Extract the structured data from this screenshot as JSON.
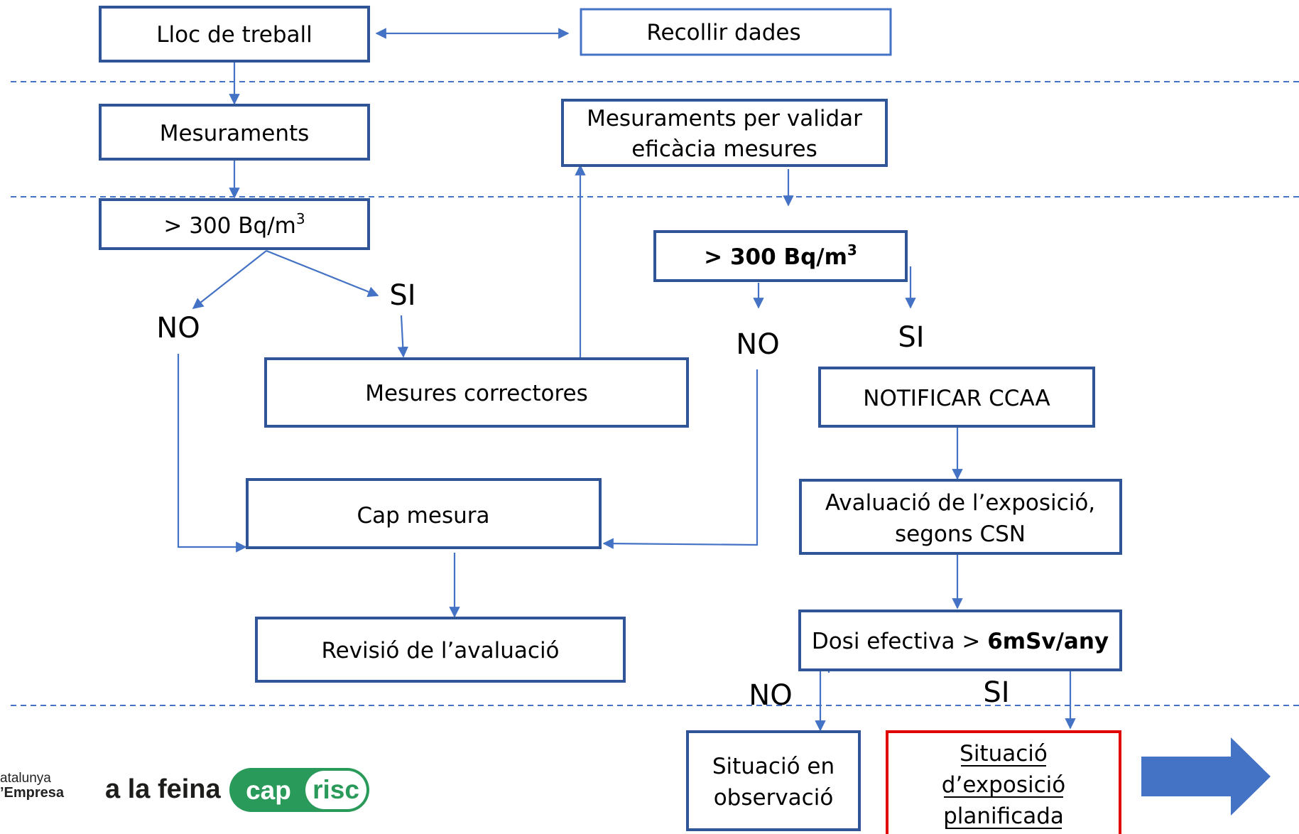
{
  "nodes": {
    "lloc_de_treball": "Lloc de treball",
    "recollir_dades": "Recollir dades",
    "mesuraments": "Mesuraments",
    "threshold_left": "> 300 Bq/m",
    "threshold_left_sup": "3",
    "mesures_correctores": "Mesures correctores",
    "mesuraments_validar_line1": "Mesuraments per validar",
    "mesuraments_validar_line2": "eficàcia mesures",
    "threshold_right": "> 300 Bq/m",
    "threshold_right_sup": "3",
    "cap_mesura": "Cap mesura",
    "revisio": "Revisió de l’avaluació",
    "notificar": "NOTIFICAR CCAA",
    "avaluacio_line1": "Avaluació de l’exposició,",
    "avaluacio_line2": "segons CSN",
    "dosi_prefix": "Dosi efectiva > ",
    "dosi_bold": "6mSv/any",
    "situacio_observacio_line1": "Situació en",
    "situacio_observacio_line2": "observació",
    "situacio_planificada_line1": "Situació",
    "situacio_planificada_line2": "d’exposició",
    "situacio_planificada_line3": "planificada"
  },
  "branch_labels": {
    "no_left": "NO",
    "si_left": "SI",
    "no_right": "NO",
    "si_right": "SI",
    "no_dosi": "NO",
    "si_dosi": "SI"
  },
  "logo": {
    "line1": "atalunya",
    "line2": "’Empresa",
    "slogan": "a la feina",
    "cap": "cap",
    "risc": "risc"
  },
  "colors": {
    "box_border": "#2F5597",
    "connector": "#4472C4",
    "highlight_border": "#E00000",
    "arrow_fill": "#4472C4",
    "logo_green": "#2a9a5a"
  }
}
